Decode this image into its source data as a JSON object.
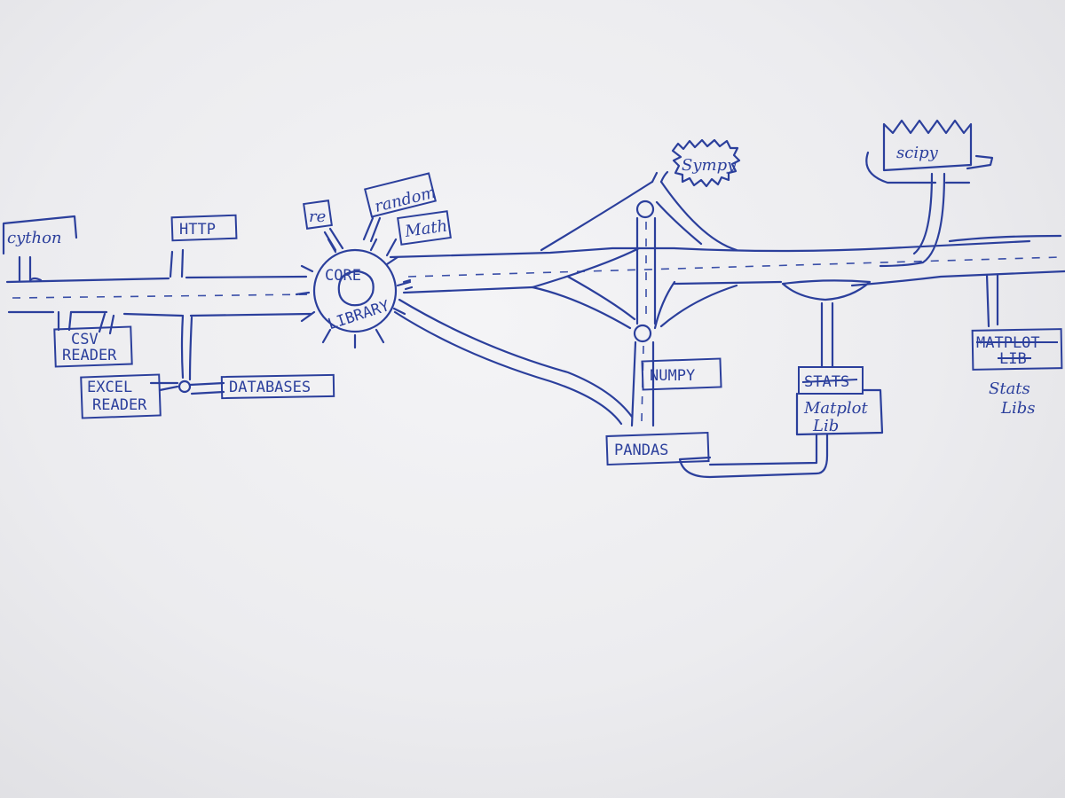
{
  "diagram": {
    "hub": {
      "line1": "CORE",
      "line2": "LIBRARY"
    },
    "nodes": {
      "cython": "cython",
      "http": "HTTP",
      "re": "re",
      "random": "random",
      "math": "Math",
      "csv_reader": {
        "line1": "CSV",
        "line2": "READER"
      },
      "excel_reader": {
        "line1": "EXCEL",
        "line2": "READER"
      },
      "databases": "DATABASES",
      "sympy": "Sympy",
      "scipy": "scipy",
      "numpy": "NUMPY",
      "pandas": "PANDAS",
      "stats": "STATS",
      "matplotlib_mid": {
        "line1": "Matplot",
        "line2": "Lib"
      },
      "matplotlib_right": {
        "line1": "MATPLOT",
        "line2": "LIB"
      },
      "stats_libs": {
        "line1": "Stats",
        "line2": "Libs"
      }
    },
    "ink_color": "#2b3f9c"
  }
}
